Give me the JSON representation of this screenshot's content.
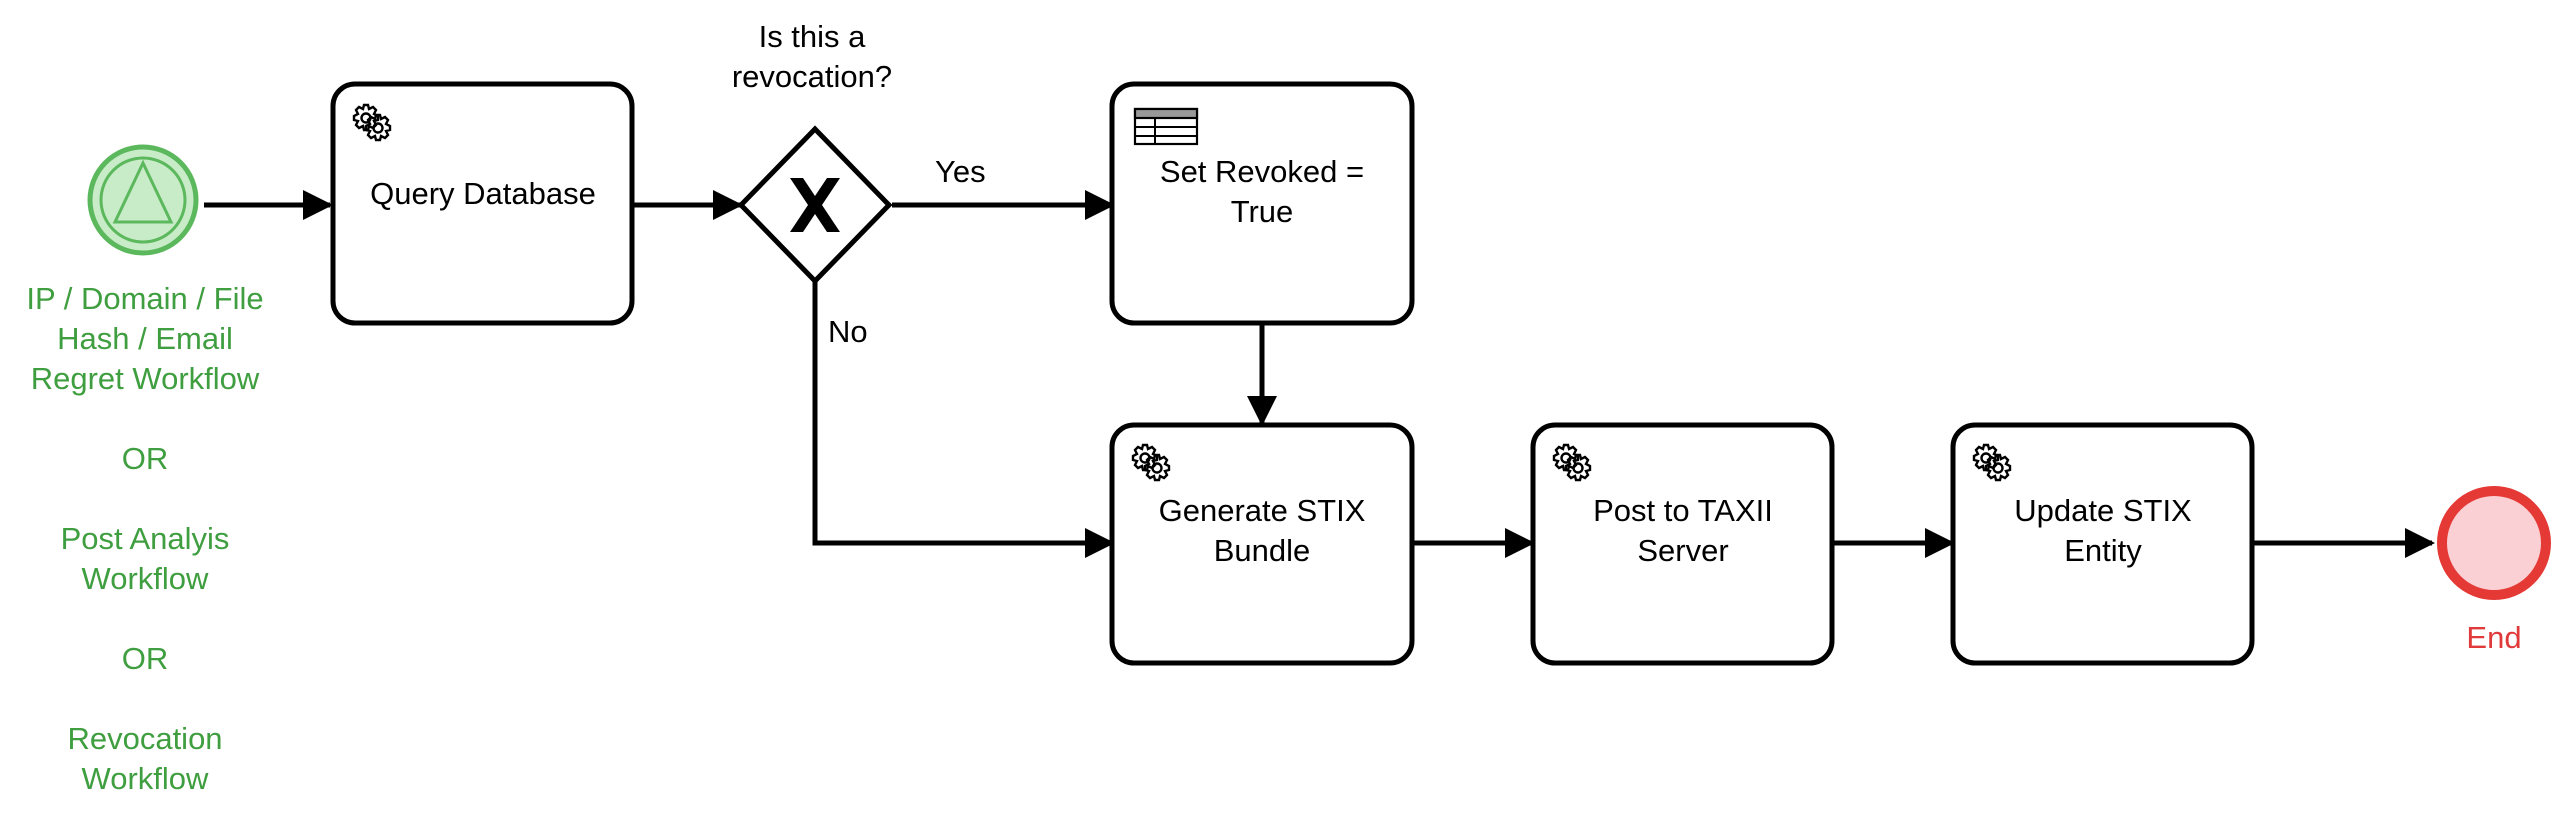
{
  "colors": {
    "start_fill": "#c8ebc8",
    "start_stroke": "#5cb85c",
    "start_text": "#3f9e3f",
    "end_fill": "#fbd0d4",
    "end_stroke": "#e53935",
    "end_text": "#e03a3a",
    "stroke": "#000000"
  },
  "start_event": {
    "icon": "triangle-signal-icon",
    "label_lines": [
      "IP / Domain / File",
      "Hash / Email",
      "Regret Workflow",
      "",
      "OR",
      "",
      "Post Analyis",
      "Workflow",
      "",
      "OR",
      "",
      "Revocation",
      "Workflow"
    ]
  },
  "gateway": {
    "icon": "x-exclusive-icon",
    "question_lines": [
      "Is this a",
      "revocation?"
    ],
    "yes_label": "Yes",
    "no_label": "No"
  },
  "tasks": [
    {
      "id": "query-database",
      "icon": "gear-icon",
      "lines": [
        "Query Database"
      ]
    },
    {
      "id": "set-revoked",
      "icon": "table-icon",
      "lines": [
        "Set Revoked =",
        "True"
      ]
    },
    {
      "id": "generate-stix-bundle",
      "icon": "gear-icon",
      "lines": [
        "Generate STIX",
        "Bundle"
      ]
    },
    {
      "id": "post-to-taxii",
      "icon": "gear-icon",
      "lines": [
        "Post to TAXII",
        "Server"
      ]
    },
    {
      "id": "update-stix-entity",
      "icon": "gear-icon",
      "lines": [
        "Update STIX",
        "Entity"
      ]
    }
  ],
  "end_event": {
    "label": "End"
  }
}
